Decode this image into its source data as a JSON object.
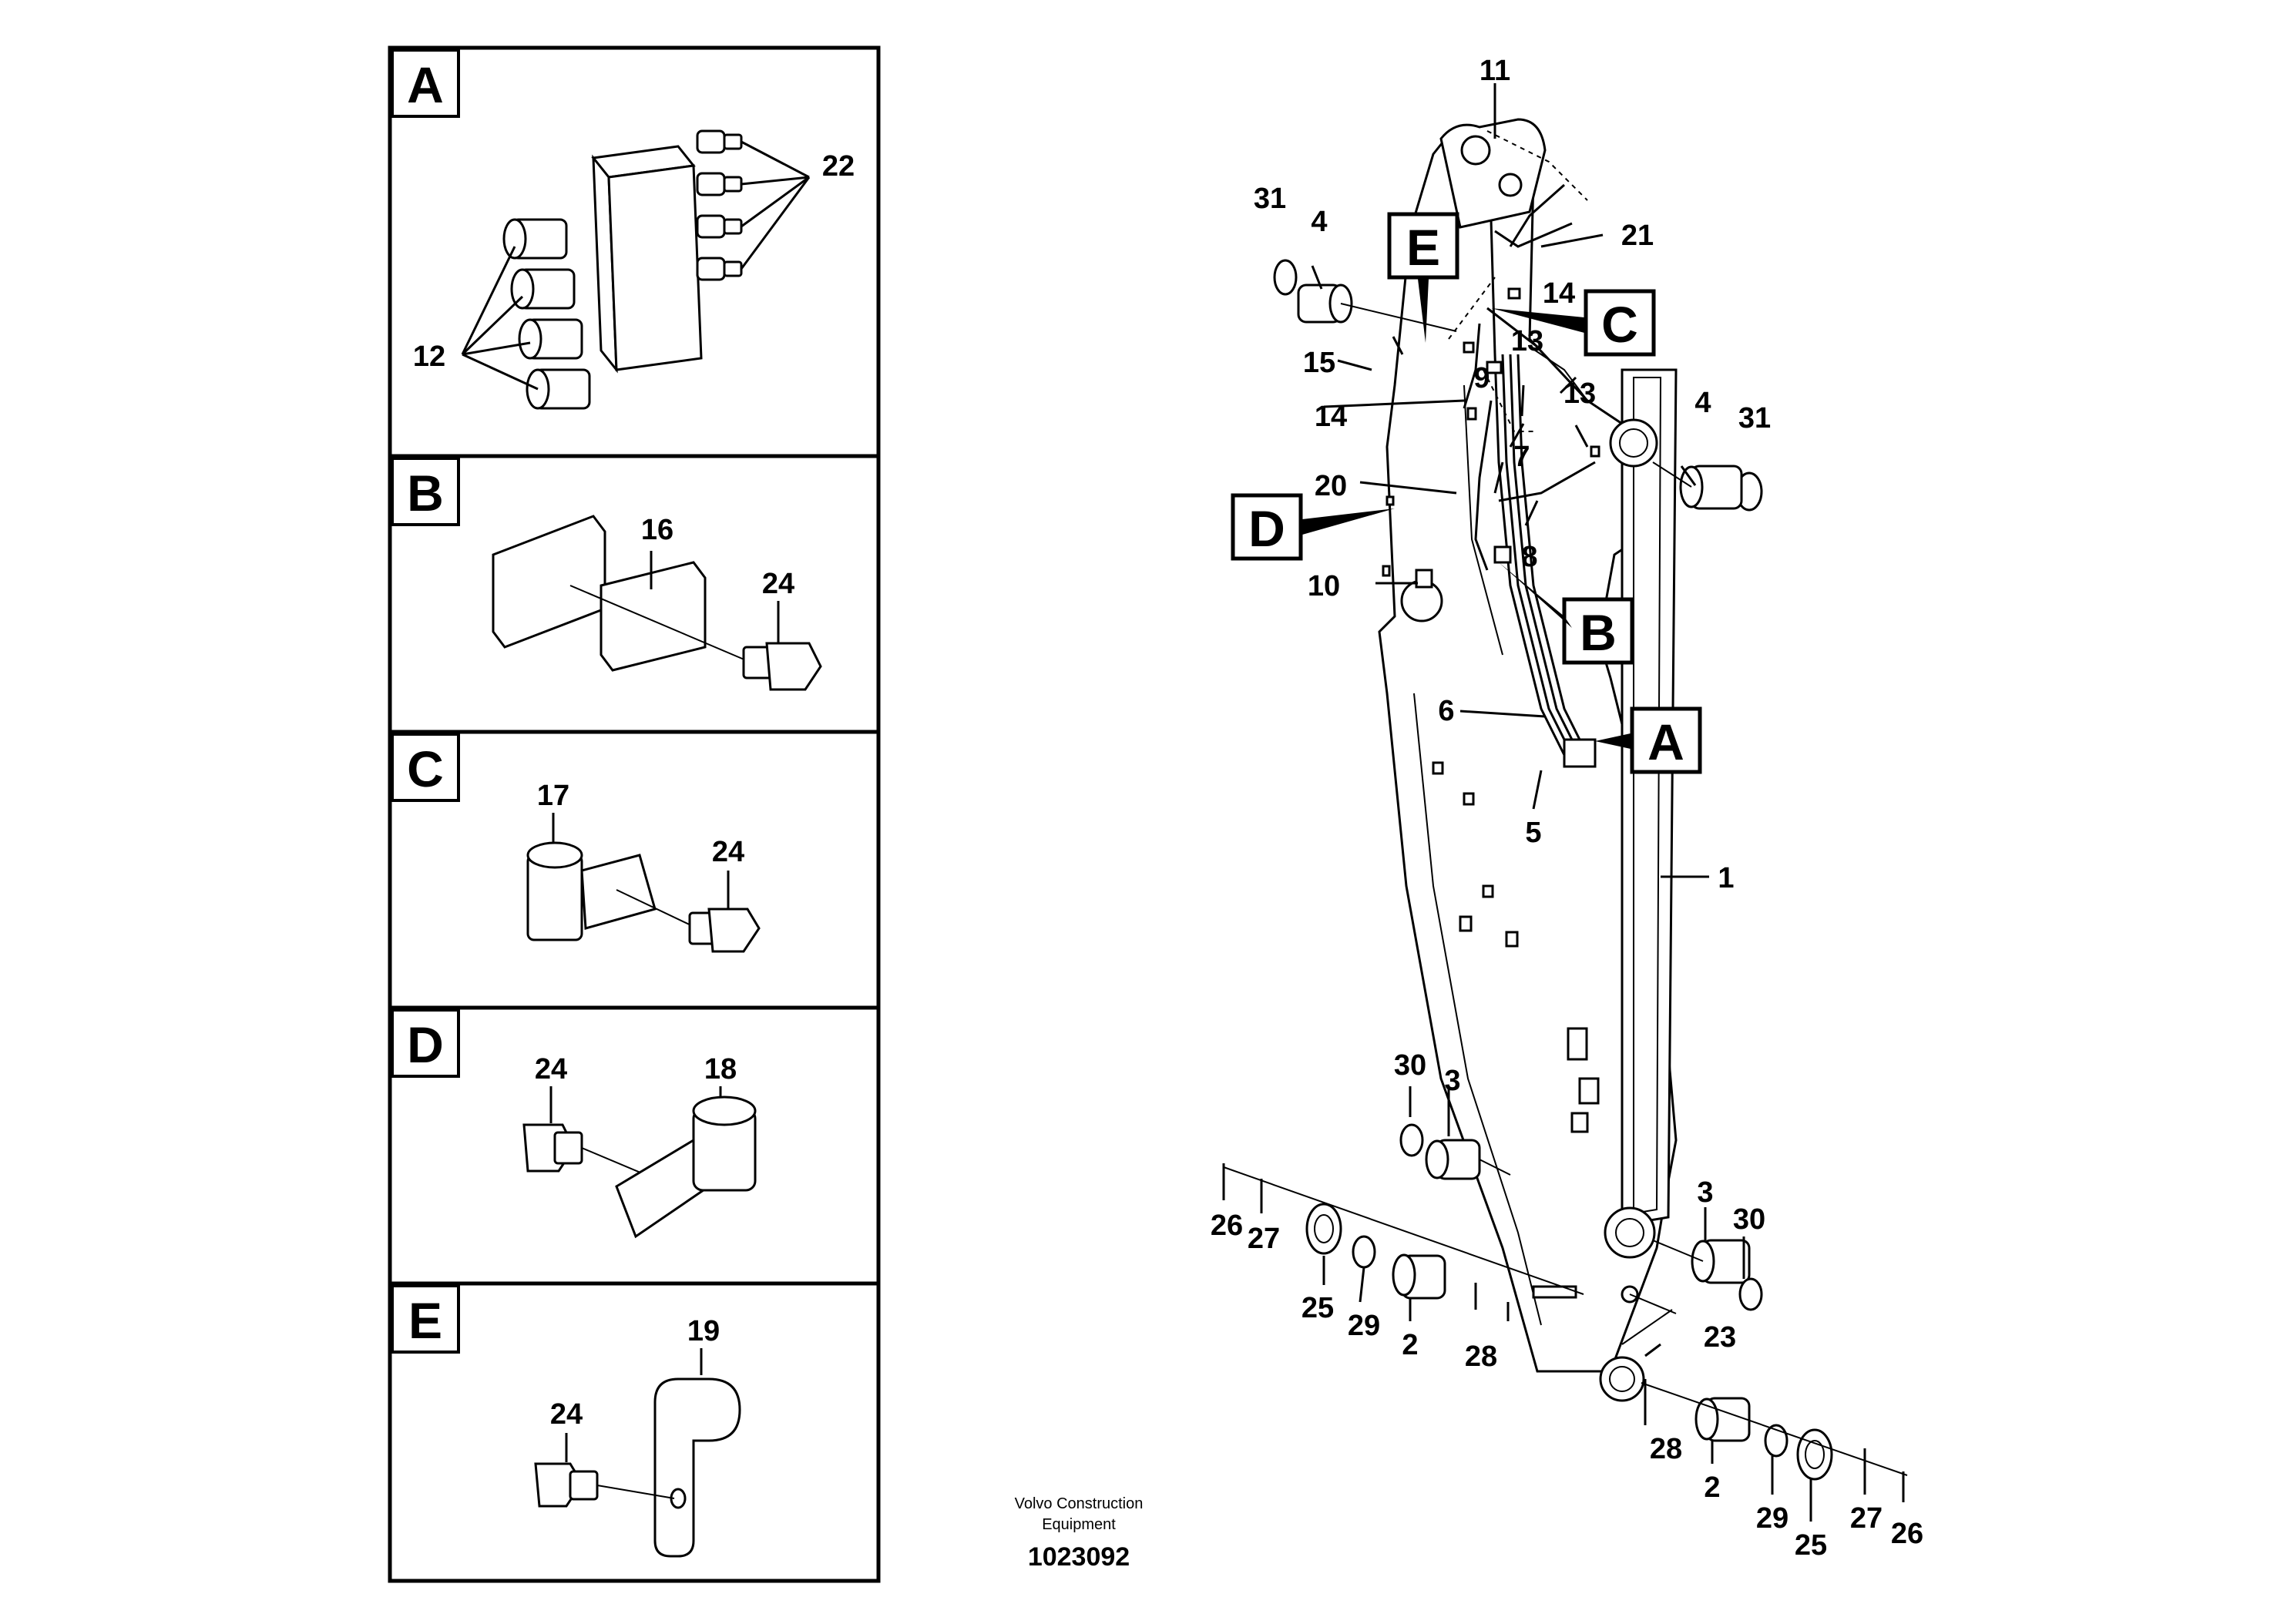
{
  "detail_panels": [
    {
      "letter": "A",
      "labels": [
        "22",
        "12"
      ]
    },
    {
      "letter": "B",
      "labels": [
        "16",
        "24"
      ]
    },
    {
      "letter": "C",
      "labels": [
        "17",
        "24"
      ]
    },
    {
      "letter": "D",
      "labels": [
        "24",
        "18"
      ]
    },
    {
      "letter": "E",
      "labels": [
        "19",
        "24"
      ]
    }
  ],
  "callouts": [
    "E",
    "C",
    "D",
    "B",
    "A"
  ],
  "main_labels": {
    "l11": "11",
    "l21": "21",
    "l31a": "31",
    "l4a": "4",
    "l14a": "14",
    "l15": "15",
    "l13a": "13",
    "l9": "9",
    "l13b": "13",
    "l4b": "4",
    "l31b": "31",
    "l14b": "14",
    "l7": "7",
    "l20": "20",
    "l8": "8",
    "l10": "10",
    "l6": "6",
    "l5": "5",
    "l1": "1",
    "l30a": "30",
    "l3a": "3",
    "l26a": "26",
    "l27a": "27",
    "l25a": "25",
    "l29a": "29",
    "l2a": "2",
    "l28a": "28",
    "l3b": "3",
    "l30b": "30",
    "l23": "23",
    "l28b": "28",
    "l2b": "2",
    "l29b": "29",
    "l25b": "25",
    "l27b": "27",
    "l26b": "26"
  },
  "footer": {
    "company_line1": "Volvo Construction",
    "company_line2": "Equipment",
    "drawing_number": "1023092"
  }
}
